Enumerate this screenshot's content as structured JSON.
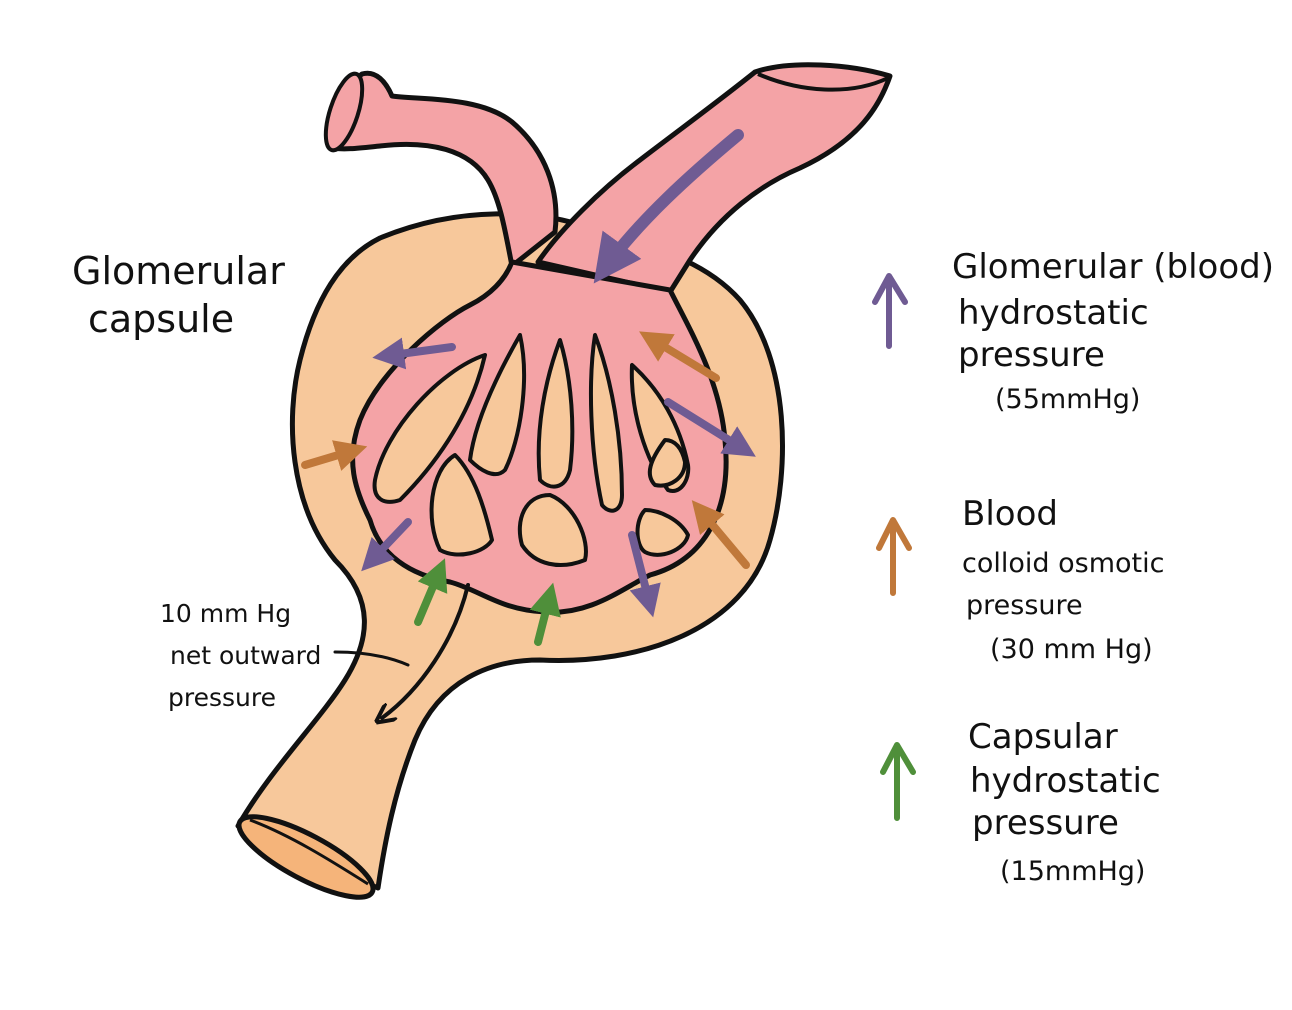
{
  "colors": {
    "capsule": "#f7c89b",
    "capsule_opening": "#f5b47a",
    "vessel": "#f4a3a6",
    "outline": "#111111",
    "glomerular_hydrostatic": "#6f5b93",
    "colloid_osmotic": "#c0783a",
    "capsular_hydrostatic": "#4f8f3a"
  },
  "capsule_label": {
    "line1": "Glomerular",
    "line2": "capsule"
  },
  "net_label": {
    "line1": "10 mm Hg",
    "line2": "net outward",
    "line3": "pressure"
  },
  "legend": [
    {
      "icon": "purple-up-arrow-icon",
      "lines": [
        "Glomerular (blood)",
        "hydrostatic",
        "pressure",
        "(55mmHg)"
      ]
    },
    {
      "icon": "brown-up-arrow-icon",
      "lines": [
        "Blood",
        "colloid osmotic",
        "pressure",
        "(30 mm Hg)"
      ]
    },
    {
      "icon": "green-up-arrow-icon",
      "lines": [
        "Capsular",
        "hydrostatic",
        "pressure",
        "(15mmHg)"
      ]
    }
  ]
}
